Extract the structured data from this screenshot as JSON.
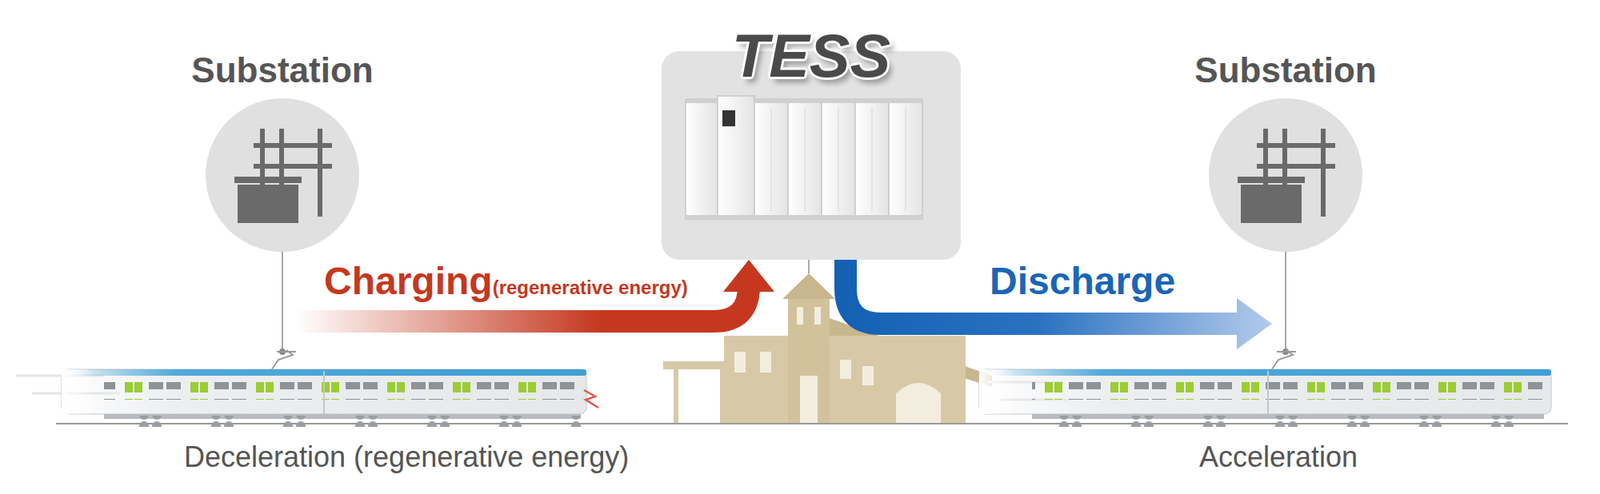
{
  "diagram": {
    "nodes": [
      {
        "text": [
          "Substation"
        ]
      },
      {
        "text": [
          "TESS"
        ]
      },
      {
        "text": [
          "Substation"
        ]
      },
      {
        "text": [
          "Deceleration (regenerative energy)"
        ]
      },
      {
        "text": [
          "Acceleration"
        ]
      }
    ],
    "edges": [
      {
        "from": 3,
        "to": 1,
        "arrow": "to",
        "label": "Charging"
      },
      {
        "from": 1,
        "to": 4,
        "arrow": "to",
        "label": "Discharge"
      },
      {
        "from": 0,
        "to": 3,
        "arrow": "none"
      },
      {
        "from": 2,
        "to": 4,
        "arrow": "none"
      }
    ],
    "labels": [
      "(regenerative energy)"
    ]
  }
}
